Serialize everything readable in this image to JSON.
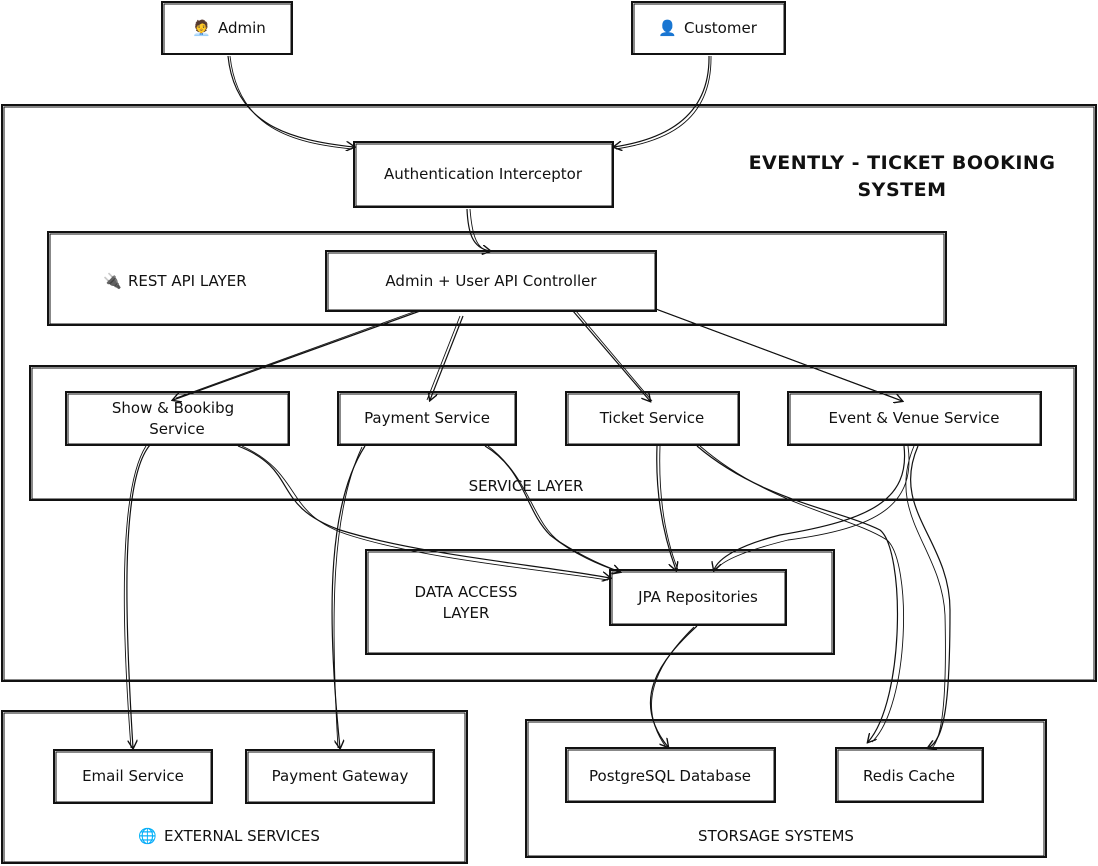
{
  "title_line1": "EVENTLY - TICKET BOOKING",
  "title_line2": "SYSTEM",
  "actors": {
    "admin": {
      "label": "Admin",
      "icon": "admin-person-icon",
      "icon_glyph": "🧑‍💼"
    },
    "customer": {
      "label": "Customer",
      "icon": "customer-person-icon",
      "icon_glyph": "👤"
    }
  },
  "auth_interceptor": "Authentication Interceptor",
  "rest_layer": {
    "label": "REST API LAYER",
    "icon": "plug-icon",
    "icon_glyph": "🔌"
  },
  "api_controller": "Admin + User API Controller",
  "service_layer_label": "SERVICE LAYER",
  "services": {
    "show_booking_line1": "Show  & Bookibg",
    "show_booking_line2": "Service",
    "payment": "Payment Service",
    "ticket": "Ticket Service",
    "event_venue": "Event  & Venue Service"
  },
  "data_access": {
    "label_line1": "DATA ACCESS",
    "label_line2": "LAYER",
    "repositories": "JPA Repositories"
  },
  "external": {
    "label": "EXTERNAL SERVICES",
    "icon": "globe-icon",
    "icon_glyph": "🌐",
    "email": "Email Service",
    "payment_gateway": "Payment Gateway"
  },
  "storage": {
    "label": "STORSAGE SYSTEMS",
    "postgres": "PostgreSQL Database",
    "redis": "Redis Cache"
  },
  "colors": {
    "stroke": "#111111",
    "background": "#ffffff",
    "admin_icon": "#e0a030",
    "customer_icon": "#5a3a8a",
    "globe_icon": "#3a8ee6"
  }
}
